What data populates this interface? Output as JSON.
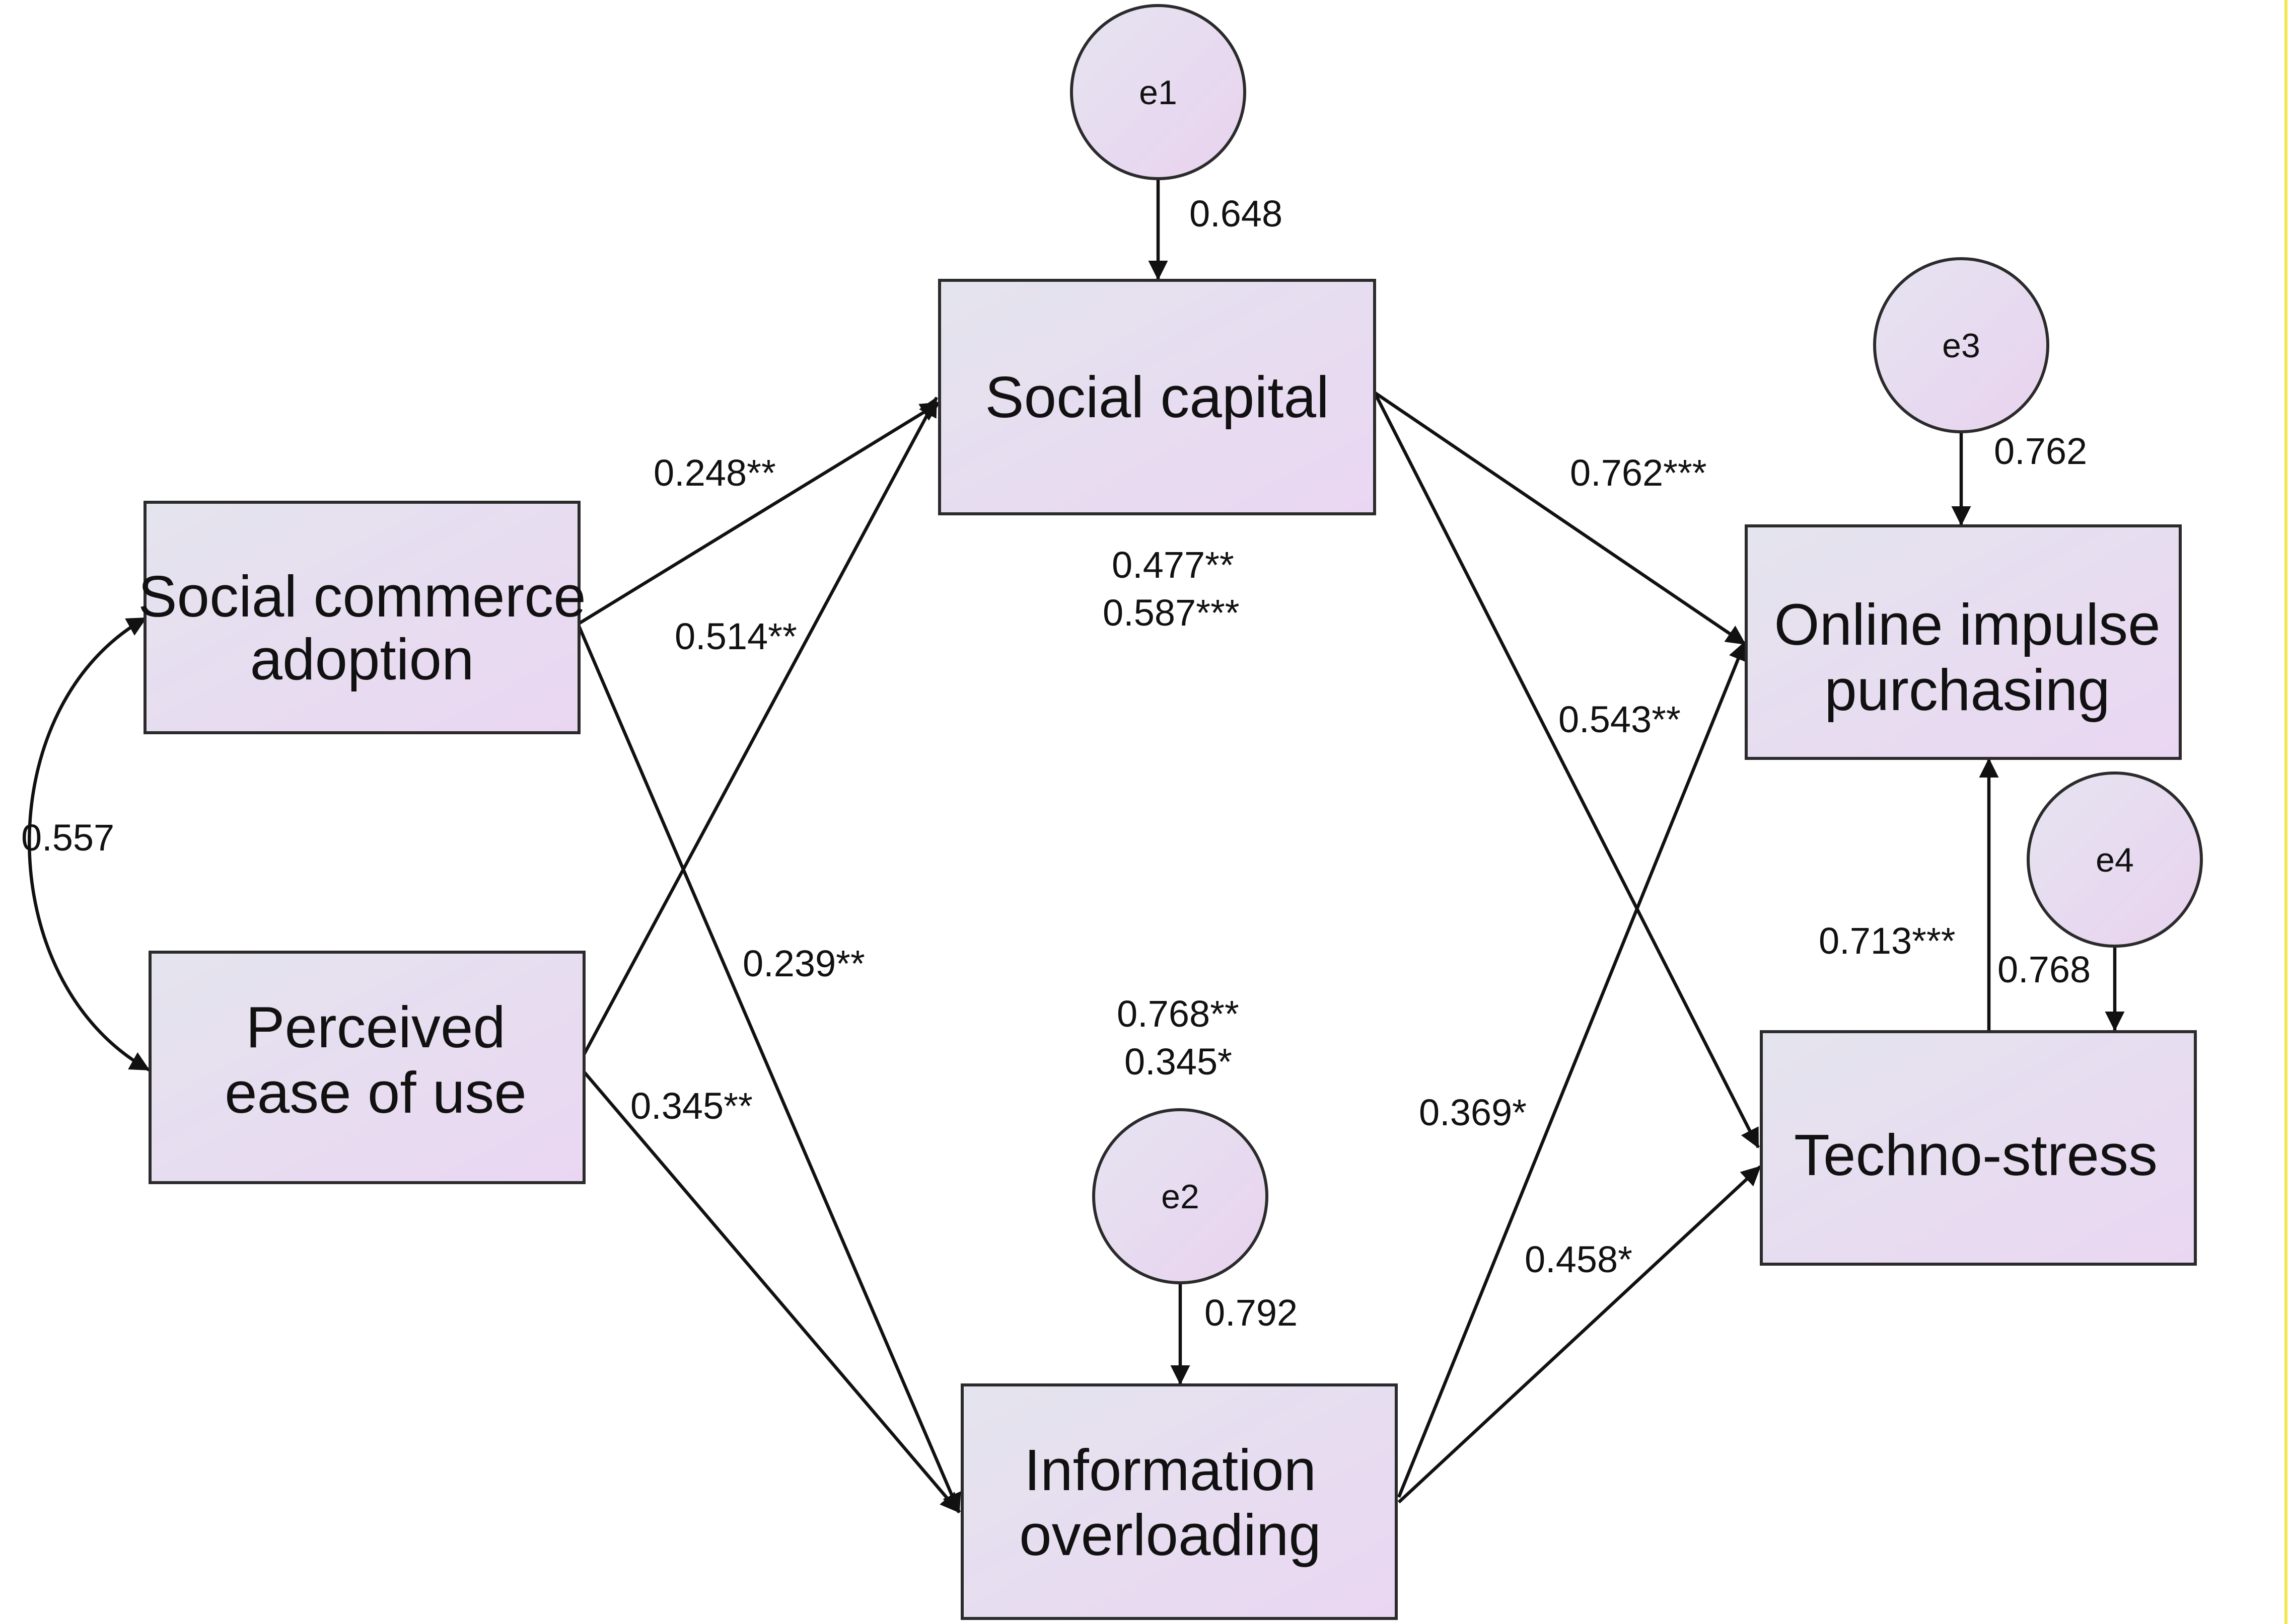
{
  "constructs": {
    "social_commerce_adoption": [
      "Social commerce",
      "adoption"
    ],
    "perceived_ease_of_use": [
      "Perceived",
      "ease of use"
    ],
    "social_capital": [
      "Social capital"
    ],
    "information_overloading": [
      "Information",
      "overloading"
    ],
    "online_impulse_purchasing": [
      "Online impulse",
      "purchasing"
    ],
    "techno_stress": [
      "Techno-stress"
    ]
  },
  "errors": {
    "e1": "e1",
    "e2": "e2",
    "e3": "e3",
    "e4": "e4"
  },
  "coefficients": {
    "e1_to_social_capital": "0.648",
    "e2_to_information_overloading": "0.792",
    "e3_to_online_impulse": "0.762",
    "e4_to_techno_stress": "0.768",
    "covariance_sca_peou": "0.557",
    "sca_to_social_capital": "0.248**",
    "peou_to_social_capital": "0.514**",
    "sca_to_information_overloading": "0.239**",
    "peou_to_information_overloading": "0.345**",
    "social_capital_to_online_impulse": "0.762***",
    "social_capital_to_techno_stress": "0.543**",
    "information_overloading_to_online_impulse": "0.369*",
    "information_overloading_to_techno_stress": "0.458*",
    "techno_stress_to_online_impulse": "0.713***",
    "social_capital_r2_a": "0.477**",
    "social_capital_r2_b": "0.587***",
    "information_overloading_r2_a": "0.768**",
    "information_overloading_r2_b": "0.345*"
  },
  "colors": {
    "box_fill_left": "#e4e4ee",
    "box_fill_right": "#ead6f2",
    "stroke": "#2b2b2b",
    "right_border": "#f3e84a"
  }
}
